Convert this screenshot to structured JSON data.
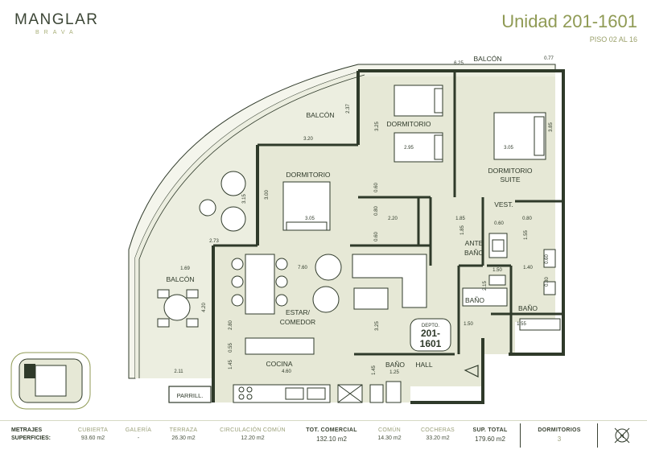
{
  "brand": {
    "name": "MANGLAR",
    "sub": "BRAVA"
  },
  "unit": {
    "title": "Unidad 201-1601",
    "floors": "PISO 02 AL 16"
  },
  "rooms": {
    "balcon_top": "BALCÓN",
    "balcon_mid": "BALCÓN",
    "balcon_left": "BALCÓN",
    "dormitorio_top": "DORMITORIO",
    "dormitorio_suite_1": "DORMITORIO",
    "dormitorio_suite_2": "SUITE",
    "dormitorio_left": "DORMITORIO",
    "vest": "VEST.",
    "ante_bano_1": "ANTE",
    "ante_bano_2": "BAÑO",
    "bano_1": "BAÑO",
    "bano_2": "BAÑO",
    "bano_3": "BAÑO",
    "estar_1": "ESTAR/",
    "estar_2": "COMEDOR",
    "cocina": "COCINA",
    "hall": "HALL",
    "parrill": "PARRILL.",
    "depto_label": "DEPTO.",
    "depto_1": "201-",
    "depto_2": "1601"
  },
  "dims": {
    "d625": "6.25",
    "d077": "0.77",
    "d237": "2.37",
    "d325a": "3.25",
    "d295": "2.95",
    "d305a": "3.05",
    "d385": "3.85",
    "d320": "3.20",
    "d300": "3.00",
    "d315": "3.15",
    "d305b": "3.05",
    "d060a": "0.60",
    "d080a": "0.80",
    "d220": "2.20",
    "d185a": "1.85",
    "d060b": "0.60",
    "d080b": "0.80",
    "d060c": "0.60",
    "d185b": "1.85",
    "d155": "1.55",
    "d273": "2.73",
    "d169": "1.69",
    "d760": "7.60",
    "d060d": "0.60",
    "d150a": "1.50",
    "d140": "1.40",
    "d080c": "0.80",
    "d215": "2.15",
    "d420": "4.20",
    "d280": "2.80",
    "d325b": "3.25",
    "d150b": "1.50",
    "d155b": "1.55",
    "d055": "0.55",
    "d145a": "1.45",
    "d460": "4.60",
    "d211": "2.11",
    "d145b": "1.45",
    "d125": "1.25"
  },
  "footer": {
    "metrajes_1": "METRAJES",
    "metrajes_2": "SUPERFICIES:",
    "cols": [
      {
        "h": "CUBIERTA",
        "v": "93.60 m2"
      },
      {
        "h": "GALERÍA",
        "v": "-"
      },
      {
        "h": "TERRAZA",
        "v": "26.30 m2"
      },
      {
        "h": "CIRCULACIÓN COMÚN",
        "v": "12.20 m2"
      },
      {
        "h": "TOT. COMERCIAL",
        "v": "132.10 m2"
      },
      {
        "h": "COMÚN",
        "v": "14.30 m2"
      },
      {
        "h": "COCHERAS",
        "v": "33.20 m2"
      },
      {
        "h": "SUP. TOTAL",
        "v": "179.60 m2"
      },
      {
        "h": "DORMITORIOS",
        "v": "3"
      }
    ],
    "north": "N"
  },
  "colors": {
    "wall": "#2f3a2a",
    "room": "#e6e8d6",
    "balcony": "#f4f5ec",
    "accent": "#8f9a54"
  }
}
